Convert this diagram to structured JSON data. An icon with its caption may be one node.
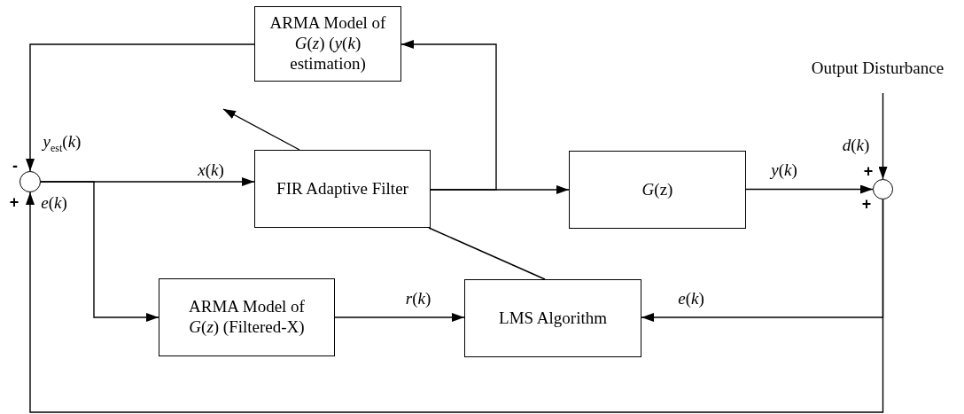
{
  "diagram": {
    "nodes": [
      {
        "text": [
          "ARMA Model of *G*(*z*) (*y*(*k*) estimation)"
        ]
      },
      {
        "text": [
          "Output Disturbance"
        ]
      },
      {
        "text": [],
        "shape": "circle"
      },
      {
        "text": [
          "FIR Adaptive Filter"
        ]
      },
      {
        "text": [
          "*G*(z)"
        ]
      },
      {
        "text": [],
        "shape": "circle"
      },
      {
        "text": [
          "ARMA Model of *G*(*z*) (Filtered-X)"
        ]
      },
      {
        "text": [
          "LMS Algorithm"
        ]
      }
    ],
    "edges": [
      {
        "from": 0,
        "to": 2,
        "arrow": "to",
        "label": "*y*$_{est}$(*k*)"
      },
      {
        "from": 2,
        "to": 3,
        "arrow": "to",
        "label": "*x*(*k*)"
      },
      {
        "from": 3,
        "to": 4,
        "arrow": "to"
      },
      {
        "from": 3,
        "to": 0,
        "arrow": "to"
      },
      {
        "from": 2,
        "to": 6,
        "arrow": "to"
      },
      {
        "from": 6,
        "to": 7,
        "arrow": "to",
        "label": "*r*(*k*)"
      },
      {
        "from": 5,
        "to": 7,
        "arrow": "to",
        "label": "*e*(*k*)"
      },
      {
        "from": 5,
        "to": 2,
        "arrow": "to",
        "label": "*e*(*k*)"
      },
      {
        "from": 4,
        "to": 5,
        "arrow": "to",
        "label": "*y*(*k*)"
      },
      {
        "from": 1,
        "to": 5,
        "arrow": "to",
        "label": "*d*(*k*)"
      },
      {
        "from": 7,
        "to": 3,
        "arrow": "none"
      },
      {
        "from": 3,
        "to": null,
        "arrow": "to"
      }
    ],
    "labels": [
      "-",
      "+",
      "+",
      "+"
    ]
  }
}
